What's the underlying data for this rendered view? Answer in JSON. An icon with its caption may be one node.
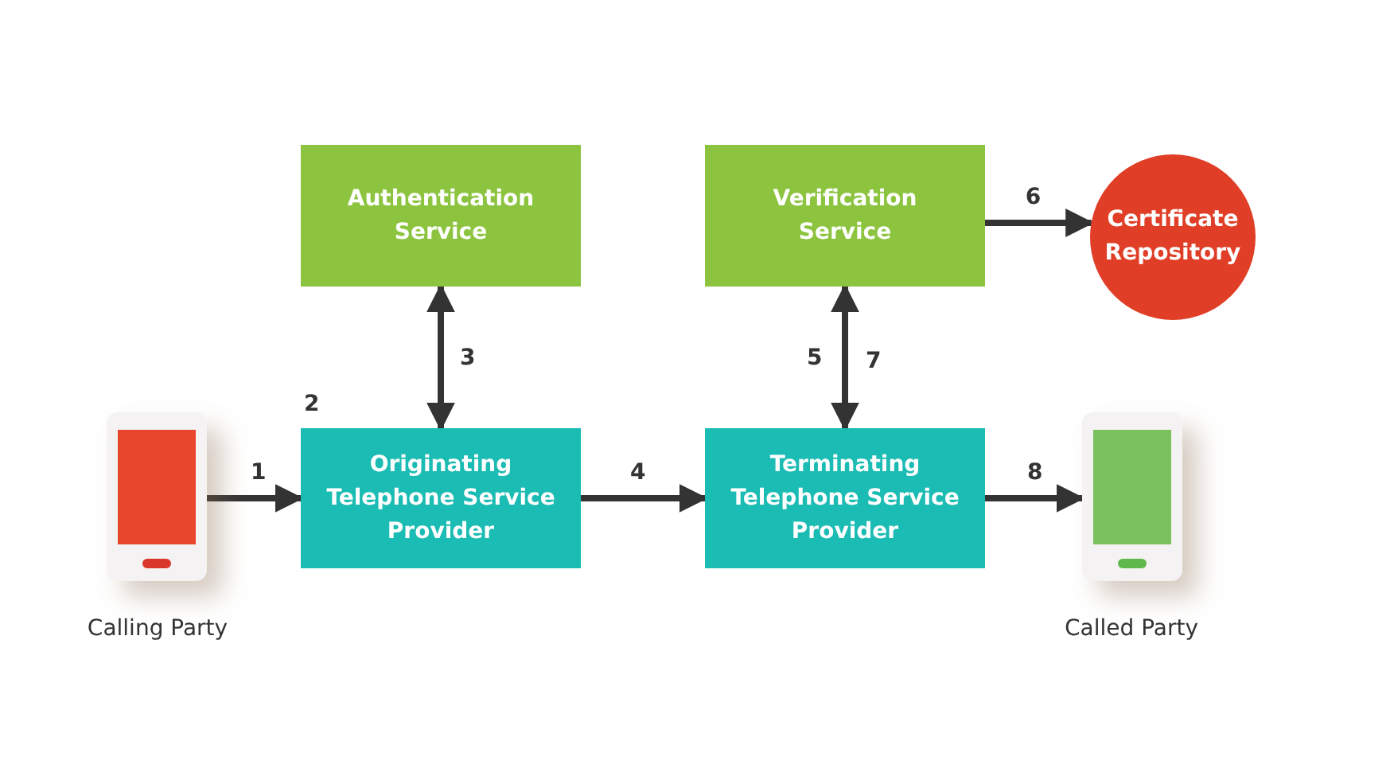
{
  "diagram": {
    "nodes": [
      {
        "text": [],
        "shape": "picture",
        "beside": [
          "Calling Party"
        ]
      },
      {
        "text": [
          "Authentication Service"
        ]
      },
      {
        "text": [
          "Verification Service"
        ]
      },
      {
        "text": [
          "Certificate Repository"
        ]
      },
      {
        "text": [
          "Originating Telephone Service Provider"
        ],
        "beside": [
          "2"
        ]
      },
      {
        "text": [
          "Terminating Telephone Service Provider"
        ]
      },
      {
        "text": [],
        "shape": "picture",
        "beside": [
          "Called Party"
        ]
      }
    ],
    "edges": [
      {
        "from": 0,
        "to": 4,
        "arrow": "to",
        "label": "1"
      },
      {
        "from": 1,
        "to": 4,
        "arrow": "both",
        "label": "3"
      },
      {
        "from": 4,
        "to": 5,
        "arrow": "to",
        "label": "4"
      },
      {
        "from": 2,
        "to": 5,
        "arrow": "both",
        "label": "5"
      },
      {
        "from": 2,
        "to": 3,
        "arrow": "to",
        "label": "6"
      },
      {
        "from": 5,
        "to": 6,
        "arrow": "to",
        "label": "8"
      }
    ],
    "labels": [
      "7"
    ]
  }
}
